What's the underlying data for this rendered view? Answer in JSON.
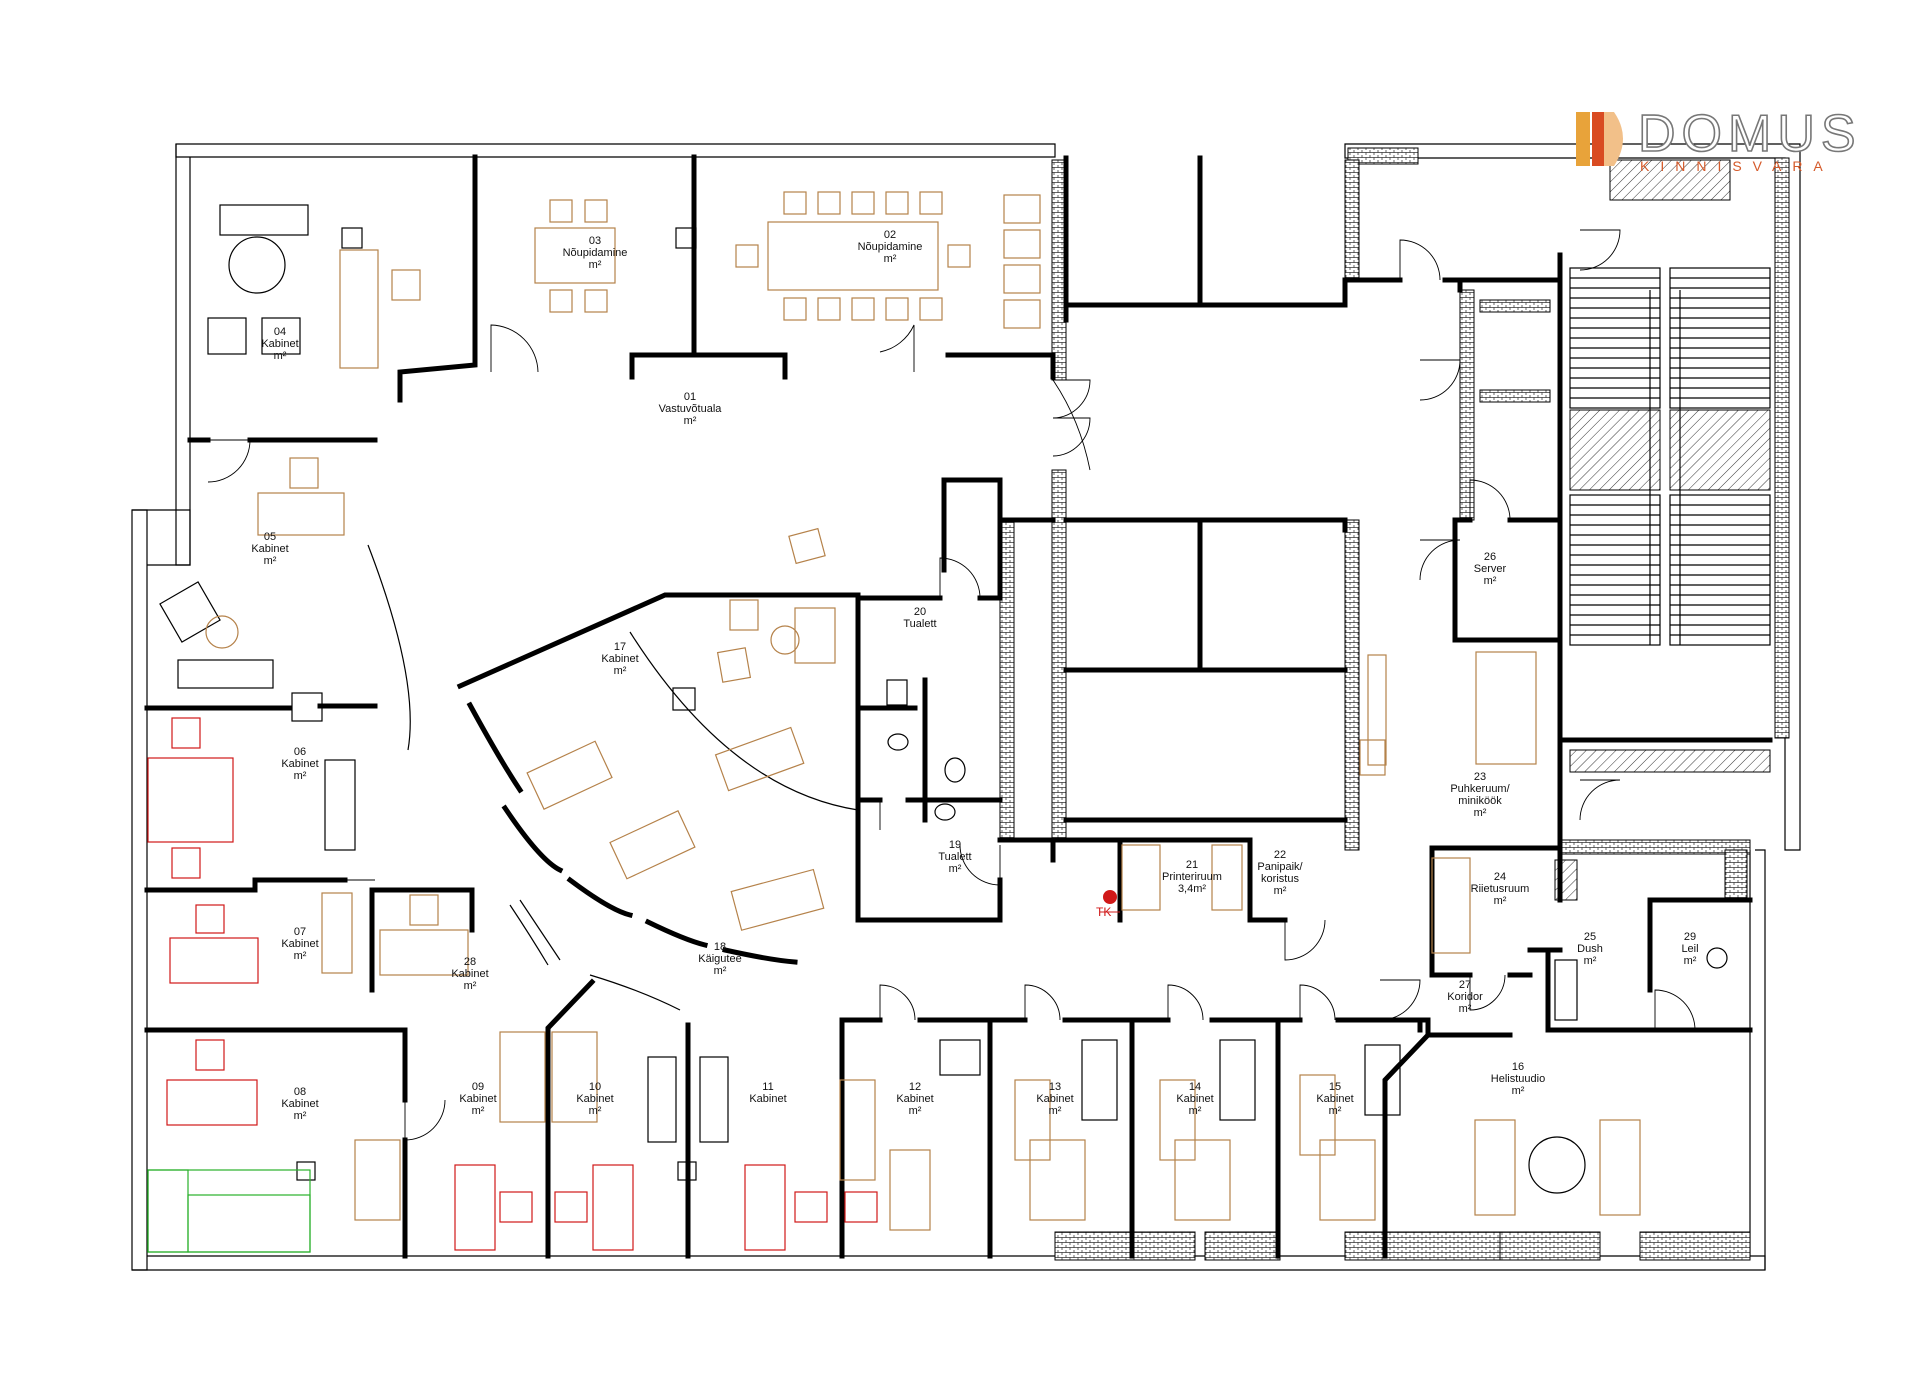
{
  "logo": {
    "name": "DOMUS",
    "sub": "KINNISVARA",
    "colors": {
      "orange": "#e8a33a",
      "red": "#d94b22",
      "gray": "#8c8c8c"
    }
  },
  "colors": {
    "wall": "#000000",
    "furniture": "#b5824a",
    "furniture_highlight": "#d01818",
    "furniture_green": "#29b02a",
    "marker": "#d01818"
  },
  "rooms": [
    {
      "number": "01",
      "name": "Vastuvõtuala",
      "area": "m²"
    },
    {
      "number": "02",
      "name": "Nõupidamine",
      "area": "m²"
    },
    {
      "number": "03",
      "name": "Nõupidamine",
      "area": "m²"
    },
    {
      "number": "04",
      "name": "Kabinet",
      "area": "m²"
    },
    {
      "number": "05",
      "name": "Kabinet",
      "area": "m²"
    },
    {
      "number": "06",
      "name": "Kabinet",
      "area": "m²"
    },
    {
      "number": "07",
      "name": "Kabinet",
      "area": "m²"
    },
    {
      "number": "08",
      "name": "Kabinet",
      "area": "m²"
    },
    {
      "number": "09",
      "name": "Kabinet",
      "area": "m²"
    },
    {
      "number": "10",
      "name": "Kabinet",
      "area": "m²"
    },
    {
      "number": "11",
      "name": "Kabinet",
      "area": ""
    },
    {
      "number": "12",
      "name": "Kabinet",
      "area": "m²"
    },
    {
      "number": "13",
      "name": "Kabinet",
      "area": "m²"
    },
    {
      "number": "14",
      "name": "Kabinet",
      "area": "m²"
    },
    {
      "number": "15",
      "name": "Kabinet",
      "area": "m²"
    },
    {
      "number": "16",
      "name": "Helistuudio",
      "area": "m²"
    },
    {
      "number": "17",
      "name": "Kabinet",
      "area": "m²"
    },
    {
      "number": "18",
      "name": "Käigutee",
      "area": "m²"
    },
    {
      "number": "19",
      "name": "Tualett",
      "area": "m²"
    },
    {
      "number": "20",
      "name": "Tualett",
      "area": ""
    },
    {
      "number": "21",
      "name": "Printeriruum",
      "area": "3,4m²"
    },
    {
      "number": "22",
      "name": "Panipaik/ koristus",
      "area": "m²"
    },
    {
      "number": "23",
      "name": "Puhkeruum/ miniköök",
      "area": "m²"
    },
    {
      "number": "24",
      "name": "Riietusruum",
      "area": "m²"
    },
    {
      "number": "25",
      "name": "Dush",
      "area": "m²"
    },
    {
      "number": "26",
      "name": "Server",
      "area": "m²"
    },
    {
      "number": "27",
      "name": "Koridor",
      "area": "m²"
    },
    {
      "number": "28",
      "name": "Kabinet",
      "area": "m²"
    },
    {
      "number": "29",
      "name": "Leil",
      "area": "m²"
    }
  ],
  "markers": {
    "tk": "TK"
  }
}
